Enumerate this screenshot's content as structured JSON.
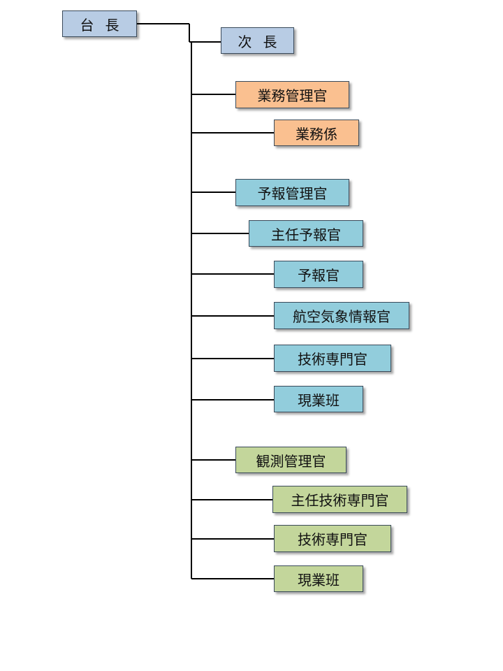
{
  "org": {
    "director": "台長",
    "deputy": "次長",
    "general_affairs": {
      "head": "業務管理官",
      "members": [
        "業務係"
      ]
    },
    "forecast": {
      "head": "予報管理官",
      "members": [
        "主任予報官",
        "予報官",
        "航空気象情報官",
        "技術専門官",
        "現業班"
      ]
    },
    "observation": {
      "head": "観測管理官",
      "members": [
        "主任技術専門官",
        "技術専門官",
        "現業班"
      ]
    }
  },
  "colors": {
    "executive": "#b8cce4",
    "general_affairs": "#fac090",
    "forecast": "#92cddc",
    "observation": "#c3d69b"
  }
}
